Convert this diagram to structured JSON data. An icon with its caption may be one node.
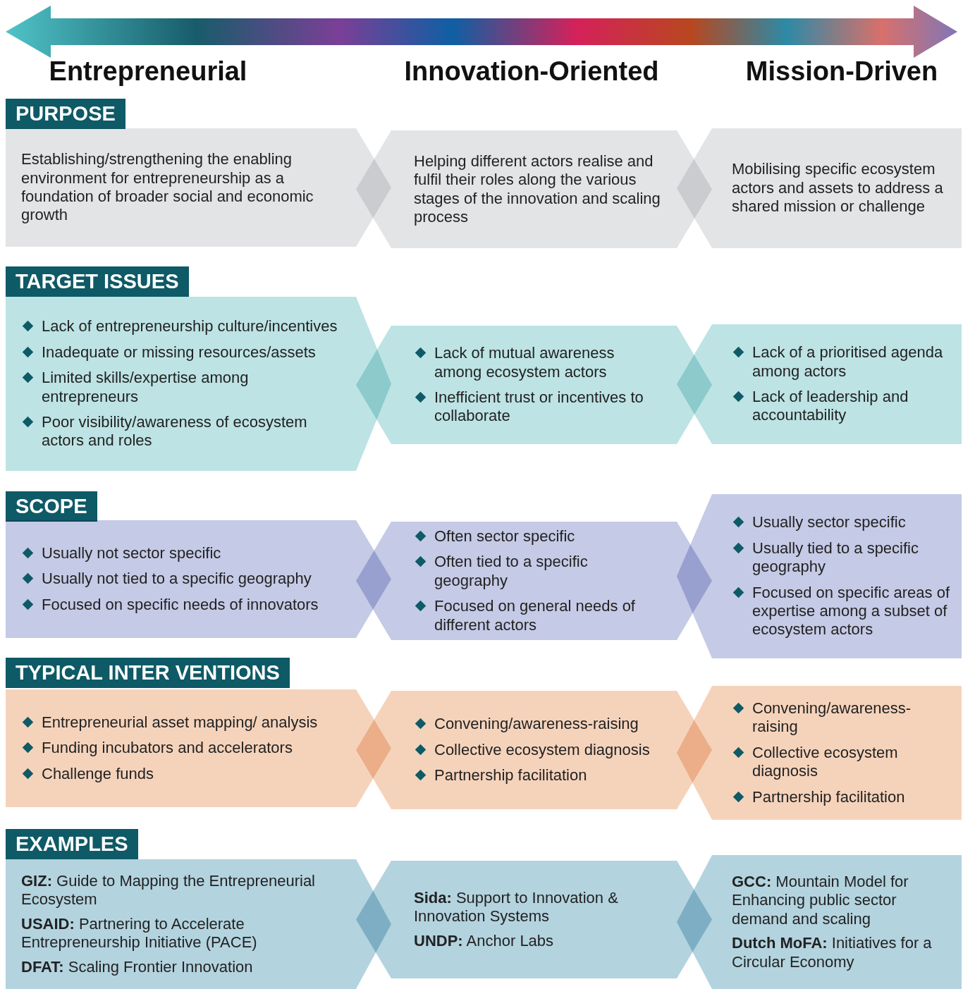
{
  "diagram": {
    "nodes": [
      {
        "text": [
          "PURPOSE"
        ]
      },
      {
        "text": [
          "Establishing/strengthening the enabling environment for entrepreneurship as a foundation of broader social and economic growth"
        ]
      },
      {
        "text": [
          "Helping different actors realise and fulfil their roles along the various stages of the innovation and scaling process"
        ]
      },
      {
        "text": [
          "Mobilising specific ecosystem actors and assets to address a shared mission or challenge"
        ]
      },
      {
        "text": [
          "TARGET ISSUES"
        ]
      },
      {
        "text": [
          "Lack of entrepreneurship culture/incentives",
          "Inadequate or missing resources/assets",
          "Limited skills/expertise among entrepreneurs",
          "Poor visibility/awareness of ecosystem actors and roles"
        ]
      },
      {
        "text": [
          "Lack of mutual awareness among ecosystem actors",
          "Inefficient trust or incentives to collaborate"
        ]
      },
      {
        "text": [
          "Lack of a prioritised agenda among actors",
          "Lack of leadership and accountability"
        ]
      },
      {
        "text": [
          "SCOPE"
        ]
      },
      {
        "text": [
          "Usually not sector specific",
          "Usually not tied to a specific geography",
          "Focused on specific needs of innovators"
        ]
      },
      {
        "text": [
          "Often sector specific",
          "Often tied to a specific geography",
          "Focused on general needs of different actors"
        ]
      },
      {
        "text": [
          "Usually sector specific",
          "Usually tied to a specific geography",
          "Focused on specific areas of expertise among a subset of ecosystem actors"
        ]
      },
      {
        "text": [
          "TYPICAL INTER VENTIONS"
        ]
      },
      {
        "text": [
          "Entrepreneurial asset mapping/ analysis",
          "Funding incubators and accelerators",
          "Challenge funds"
        ]
      },
      {
        "text": [
          "Convening/awareness-raising",
          "Collective ecosystem diagnosis",
          "Partnership facilitation"
        ]
      },
      {
        "text": [
          "Convening/awareness- raising",
          "Collective ecosystem diagnosis",
          "Partnership facilitation"
        ]
      },
      {
        "text": [
          "EXAMPLES"
        ]
      },
      {
        "text": [
          "**GIZ:** Guide to Mapping the Entrepreneurial Ecosystem",
          "**USAID:** Partnering to Accelerate Entrepreneurship Initiative (PACE)",
          "**DFAT:** Scaling Frontier Innovation"
        ]
      },
      {
        "text": [
          "**Sida:** Support to Innovation & Innovation Systems",
          "**UNDP:** Anchor Labs"
        ]
      },
      {
        "text": [
          "**GCC:** Mountain Model for Enhancing public sector demand and scaling",
          "**Dutch MoFA:** Initiatives for a Circular Economy"
        ]
      }
    ],
    "labels": [
      "Entrepreneurial",
      "Innovation-Oriented",
      "Mission-Driven"
    ]
  }
}
